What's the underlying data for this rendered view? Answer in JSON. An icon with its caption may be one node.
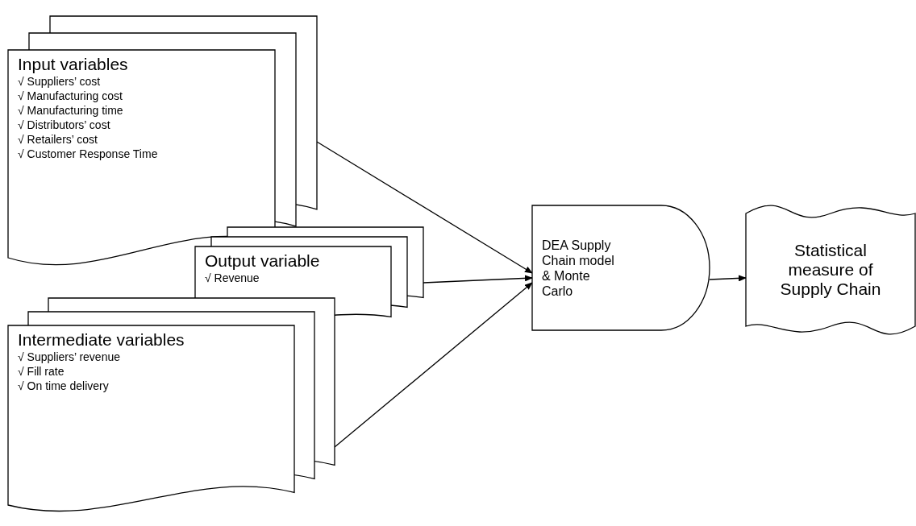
{
  "diagram": {
    "nodes": [
      {
        "text": [
          "Input variables",
          "√ Suppliers’ cost",
          "√ Manufacturing cost",
          "√ Manufacturing time",
          "√ Distributors’ cost",
          "√ Retailers’ cost",
          "√ Customer Response Time"
        ]
      },
      {
        "text": [
          "Output variable",
          "√ Revenue"
        ]
      },
      {
        "text": [
          "Intermediate variables",
          "√ Suppliers’ revenue",
          "√ Fill rate",
          "√ On time delivery"
        ]
      },
      {
        "text": [
          "DEA Supply Chain model & Monte Carlo"
        ]
      },
      {
        "text": [
          "Statistical measure of Supply Chain"
        ]
      }
    ],
    "edges": [
      {
        "from": 0,
        "to": 3,
        "arrow": "to"
      },
      {
        "from": 1,
        "to": 3,
        "arrow": "to"
      },
      {
        "from": 2,
        "to": 3,
        "arrow": "to"
      },
      {
        "from": 3,
        "to": 4,
        "arrow": "to"
      }
    ]
  }
}
